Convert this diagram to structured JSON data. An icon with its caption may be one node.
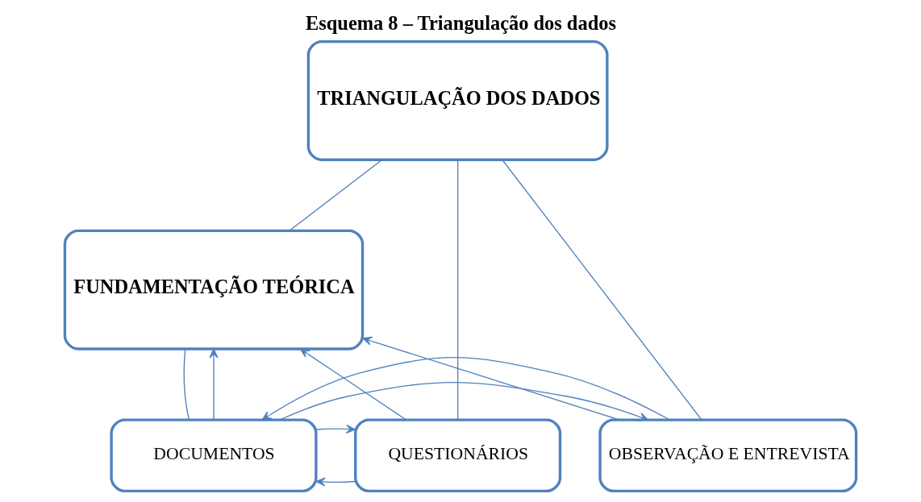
{
  "diagram": {
    "title": "Esquema 8 – Triangulação dos dados",
    "nodes": [
      {
        "text": [
          "TRIANGULAÇÃO DOS DADOS"
        ]
      },
      {
        "text": [
          "FUNDAMENTAÇÃO TEÓRICA"
        ]
      },
      {
        "text": [
          "QUESTIONÁRIOS"
        ]
      },
      {
        "text": [
          "DOCUMENTOS"
        ]
      },
      {
        "text": [
          "OBSERVAÇÃO E ENTREVISTA"
        ]
      }
    ],
    "edges": [
      {
        "from": 0,
        "to": 2,
        "arrow": "none"
      },
      {
        "from": 0,
        "to": 1,
        "arrow": "none"
      },
      {
        "from": 0,
        "to": 4,
        "arrow": "none"
      },
      {
        "from": 2,
        "to": 1,
        "arrow": "to"
      },
      {
        "from": 4,
        "to": 1,
        "arrow": "to"
      },
      {
        "from": 3,
        "to": 1,
        "arrow": "to"
      },
      {
        "from": 1,
        "to": 3,
        "arrow": "none"
      },
      {
        "from": 2,
        "to": 3,
        "arrow": "to"
      },
      {
        "from": 3,
        "to": 2,
        "arrow": "to"
      },
      {
        "from": 3,
        "to": 4,
        "arrow": "to"
      },
      {
        "from": 4,
        "to": 3,
        "arrow": "to"
      }
    ]
  }
}
